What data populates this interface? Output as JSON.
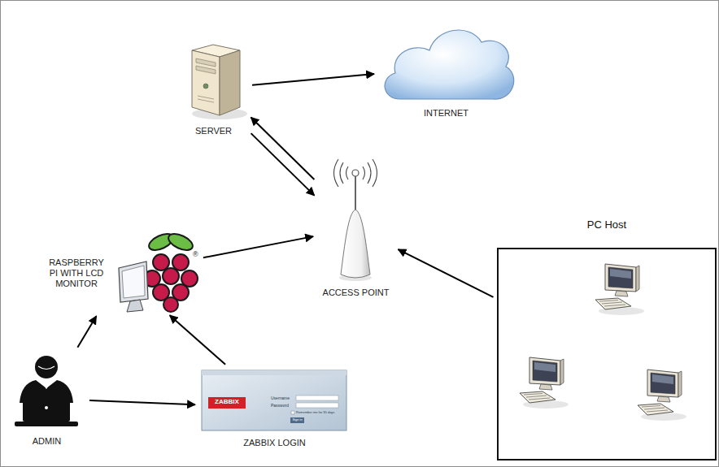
{
  "diagram": {
    "nodes": [
      {
        "text": [
          "SERVER"
        ]
      },
      {
        "text": [
          "INTERNET"
        ]
      },
      {
        "text": [
          "PC Host"
        ]
      },
      {
        "text": [
          "RASPBERRY PI WITH LCD MONITOR"
        ]
      },
      {
        "text": [
          "ACCESS POINT"
        ]
      },
      {
        "text": [
          "ADMIN"
        ]
      },
      {
        "text": [
          "ZABBIX LOGIN"
        ]
      }
    ],
    "edges": [
      {
        "from": 0,
        "to": 1,
        "arrow": "to"
      },
      {
        "from": 4,
        "to": 0,
        "arrow": "to"
      },
      {
        "from": 0,
        "to": 4,
        "arrow": "to"
      },
      {
        "from": 3,
        "to": 4,
        "arrow": "to"
      },
      {
        "from": 2,
        "to": 4,
        "arrow": "to"
      },
      {
        "from": 5,
        "to": 3,
        "arrow": "to"
      },
      {
        "from": 5,
        "to": 6,
        "arrow": "to"
      },
      {
        "from": 6,
        "to": 3,
        "arrow": "to"
      }
    ],
    "labels": [
      "ZABBIX",
      "Username",
      "Password",
      "Remember me for 30 days",
      "Sign in",
      "®"
    ]
  }
}
